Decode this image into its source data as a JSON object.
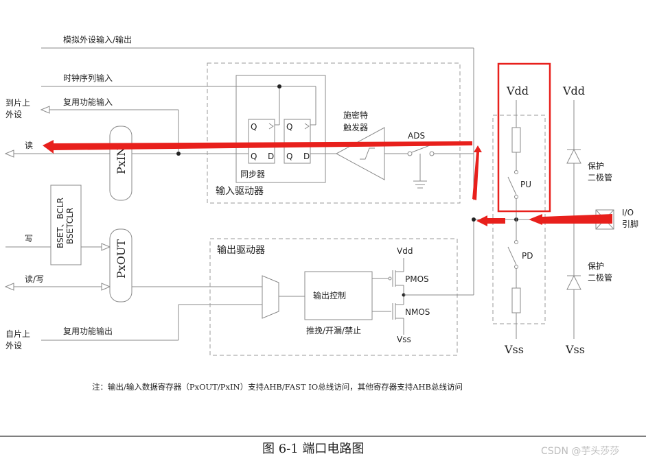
{
  "labels": {
    "analog_io": "模拟外设输入/输出",
    "clock_in": "时钟序列输入",
    "alt_in": "复用功能输入",
    "to_periph_1": "到片上",
    "to_periph_2": "外设",
    "read": "读",
    "write": "写",
    "read_write": "读/写",
    "from_periph_1": "自片上",
    "from_periph_2": "外设",
    "alt_out": "复用功能输出",
    "pxin": "PxIN",
    "pxout": "PxOUT",
    "bset1": "BSET、BCLR",
    "bset2": "BSETCLR",
    "q1": "Q",
    "q2": "Q",
    "q3": "Q",
    "d3": "D",
    "q4": "Q",
    "d4": "D",
    "sync": "同步器",
    "schmitt_1": "施密特",
    "schmitt_2": "触发器",
    "ads": "ADS",
    "input_driver": "输入驱动器",
    "output_driver": "输出驱动器",
    "output_ctrl": "输出控制",
    "pmos": "PMOS",
    "nmos": "NMOS",
    "vdd_small": "Vdd",
    "vss_small": "Vss",
    "push_pull": "推挽/开漏/禁止",
    "vdd_left": "Vdd",
    "vdd_right": "Vdd",
    "pu": "PU",
    "pd": "PD",
    "protect_1a": "保护",
    "protect_1b": "二极管",
    "protect_2a": "保护",
    "protect_2b": "二极管",
    "io_1": "I/O",
    "io_2": "引脚",
    "vss_left": "Vss",
    "vss_right": "Vss",
    "note": "注：输出/输入数据寄存器（PxOUT/PxIN）支持AHB/FAST IO总线访问，其他寄存器支持AHB总线访问",
    "caption": "图  6-1    端口电路图",
    "watermark": "CSDN @芋头莎莎"
  },
  "colors": {
    "wire": "#8a8a8a",
    "highlight": "#e8201c",
    "text": "#222222"
  }
}
